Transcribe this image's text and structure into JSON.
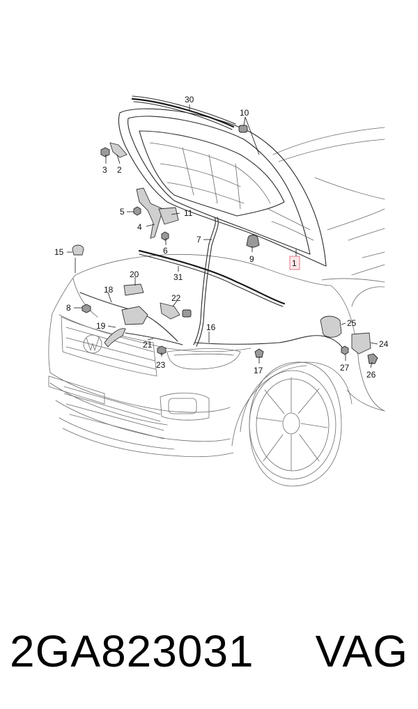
{
  "callouts": [
    {
      "n": "1"
    },
    {
      "n": "2"
    },
    {
      "n": "3"
    },
    {
      "n": "4"
    },
    {
      "n": "5"
    },
    {
      "n": "6"
    },
    {
      "n": "7"
    },
    {
      "n": "8"
    },
    {
      "n": "9"
    },
    {
      "n": "10"
    },
    {
      "n": "11"
    },
    {
      "n": "15"
    },
    {
      "n": "16"
    },
    {
      "n": "17"
    },
    {
      "n": "18"
    },
    {
      "n": "19"
    },
    {
      "n": "20"
    },
    {
      "n": "21"
    },
    {
      "n": "22"
    },
    {
      "n": "23"
    },
    {
      "n": "24"
    },
    {
      "n": "25"
    },
    {
      "n": "26"
    },
    {
      "n": "27"
    },
    {
      "n": "30"
    },
    {
      "n": "31"
    }
  ],
  "highlight": {
    "callout": "1",
    "color": "#e27a86"
  },
  "footer": {
    "part_number": "2GA823031",
    "brand": "VAG"
  }
}
